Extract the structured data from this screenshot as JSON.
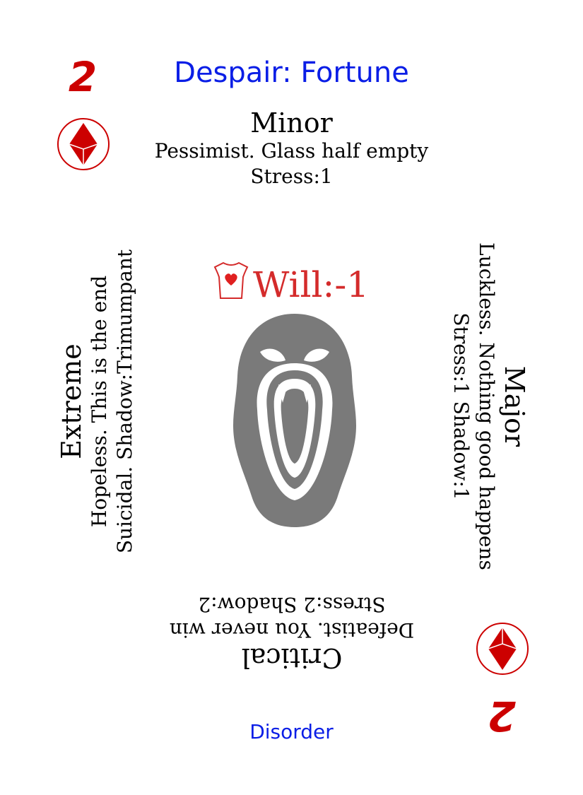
{
  "card": {
    "rank": "2",
    "title": "Despair: Fortune",
    "footer": "Disorder",
    "colors": {
      "rank": "#cc0000",
      "title": "#0a1ee6",
      "stat": "#d42b2b",
      "art": "#7a7a7a"
    }
  },
  "effects": {
    "minor": {
      "heading": "Minor",
      "line1": "Pessimist. Glass half empty",
      "line2": "Stress:1"
    },
    "major": {
      "heading": "Major",
      "line1": "Luckless. Nothing good happens",
      "line2": "Stress:1 Shadow:1"
    },
    "critical": {
      "heading": "Critical",
      "line1": "Defeatist. You never win",
      "line2": "Stress:2 Shadow:2"
    },
    "extreme": {
      "heading": "Extreme",
      "line1": "Hopeless. This is the end",
      "line2": "Suicidal. Shadow:Trimumpant"
    }
  },
  "stat": {
    "text": "Will:-1",
    "icon": "torso-heart-icon"
  },
  "art": {
    "icon": "screaming-face-icon"
  },
  "suit_icon": "diamond-suit-icon"
}
